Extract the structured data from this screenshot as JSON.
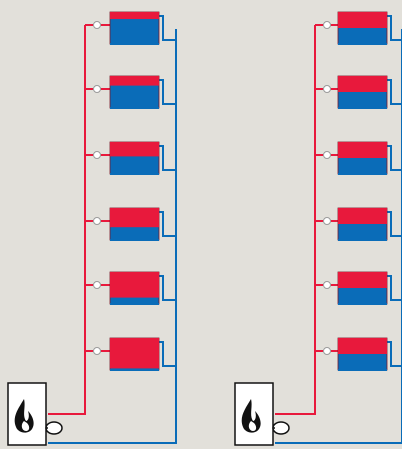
{
  "colors": {
    "background": "#e2e0da",
    "supply_hot": "#e8193c",
    "return_cold": "#0a6cb8",
    "boiler_fill": "#ffffff",
    "boiler_outline": "#111111"
  },
  "systems": [
    {
      "id": "left-system",
      "radiators": [
        {
          "hot_fraction": 0.22
        },
        {
          "hot_fraction": 0.3
        },
        {
          "hot_fraction": 0.45
        },
        {
          "hot_fraction": 0.6
        },
        {
          "hot_fraction": 0.8
        },
        {
          "hot_fraction": 0.95
        }
      ]
    },
    {
      "id": "right-system",
      "radiators": [
        {
          "hot_fraction": 0.5
        },
        {
          "hot_fraction": 0.5
        },
        {
          "hot_fraction": 0.5
        },
        {
          "hot_fraction": 0.5
        },
        {
          "hot_fraction": 0.5
        },
        {
          "hot_fraction": 0.5
        }
      ]
    }
  ],
  "icons": {
    "boiler": "boiler-icon",
    "flame": "flame-icon",
    "pump": "pump-icon",
    "valve": "valve-icon"
  }
}
